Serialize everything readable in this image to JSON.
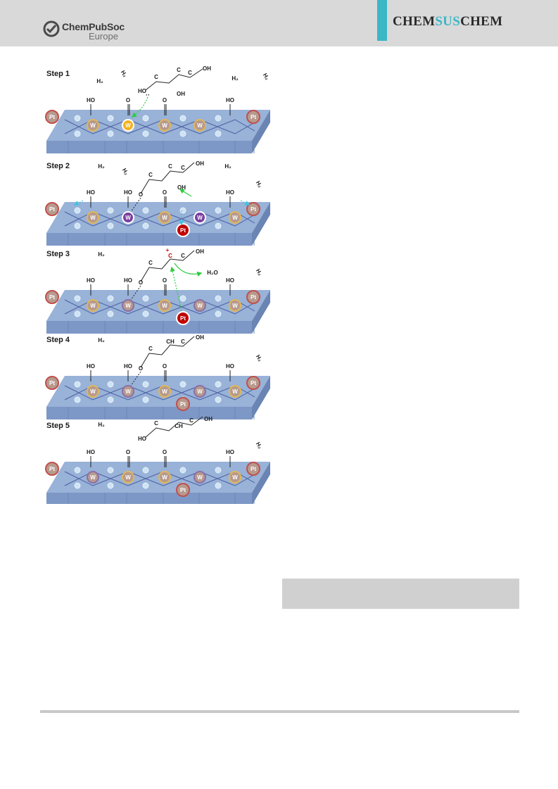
{
  "header": {
    "publisher": {
      "name": "ChemPubSoc",
      "sub": "Europe"
    },
    "journal": {
      "part1": "CHEM",
      "part2": "SUS",
      "part3": "CHEM",
      "accent": "#3bb7c6"
    }
  },
  "figure": {
    "steps": [
      {
        "label": "Step 1"
      },
      {
        "label": "Step 2"
      },
      {
        "label": "Step 3"
      },
      {
        "label": "Step 4"
      },
      {
        "label": "Step 5"
      }
    ],
    "labels": {
      "h2": "H₂",
      "ho": "HO",
      "oh": "OH",
      "o": "O",
      "c": "C",
      "ch": "CH",
      "w": "W",
      "pt": "Pt",
      "water": "H₂O",
      "cation": "+",
      "lone_pair": "··"
    },
    "colors": {
      "slab_top": "#98b2d8",
      "slab_front": "#7d98c6",
      "slab_side": "#6a84b4",
      "w_tan": "#b79a8e",
      "w_tan_ring": "#e0b658",
      "w_purple": "#7a3fa0",
      "w_orange": "#f2b21c",
      "pt": "#b79a8e",
      "pt_ring": "#c0504d",
      "pt_red": "#c00000",
      "arrow_green": "#2ecc40",
      "arrow_cyan": "#3fc4e0"
    }
  }
}
